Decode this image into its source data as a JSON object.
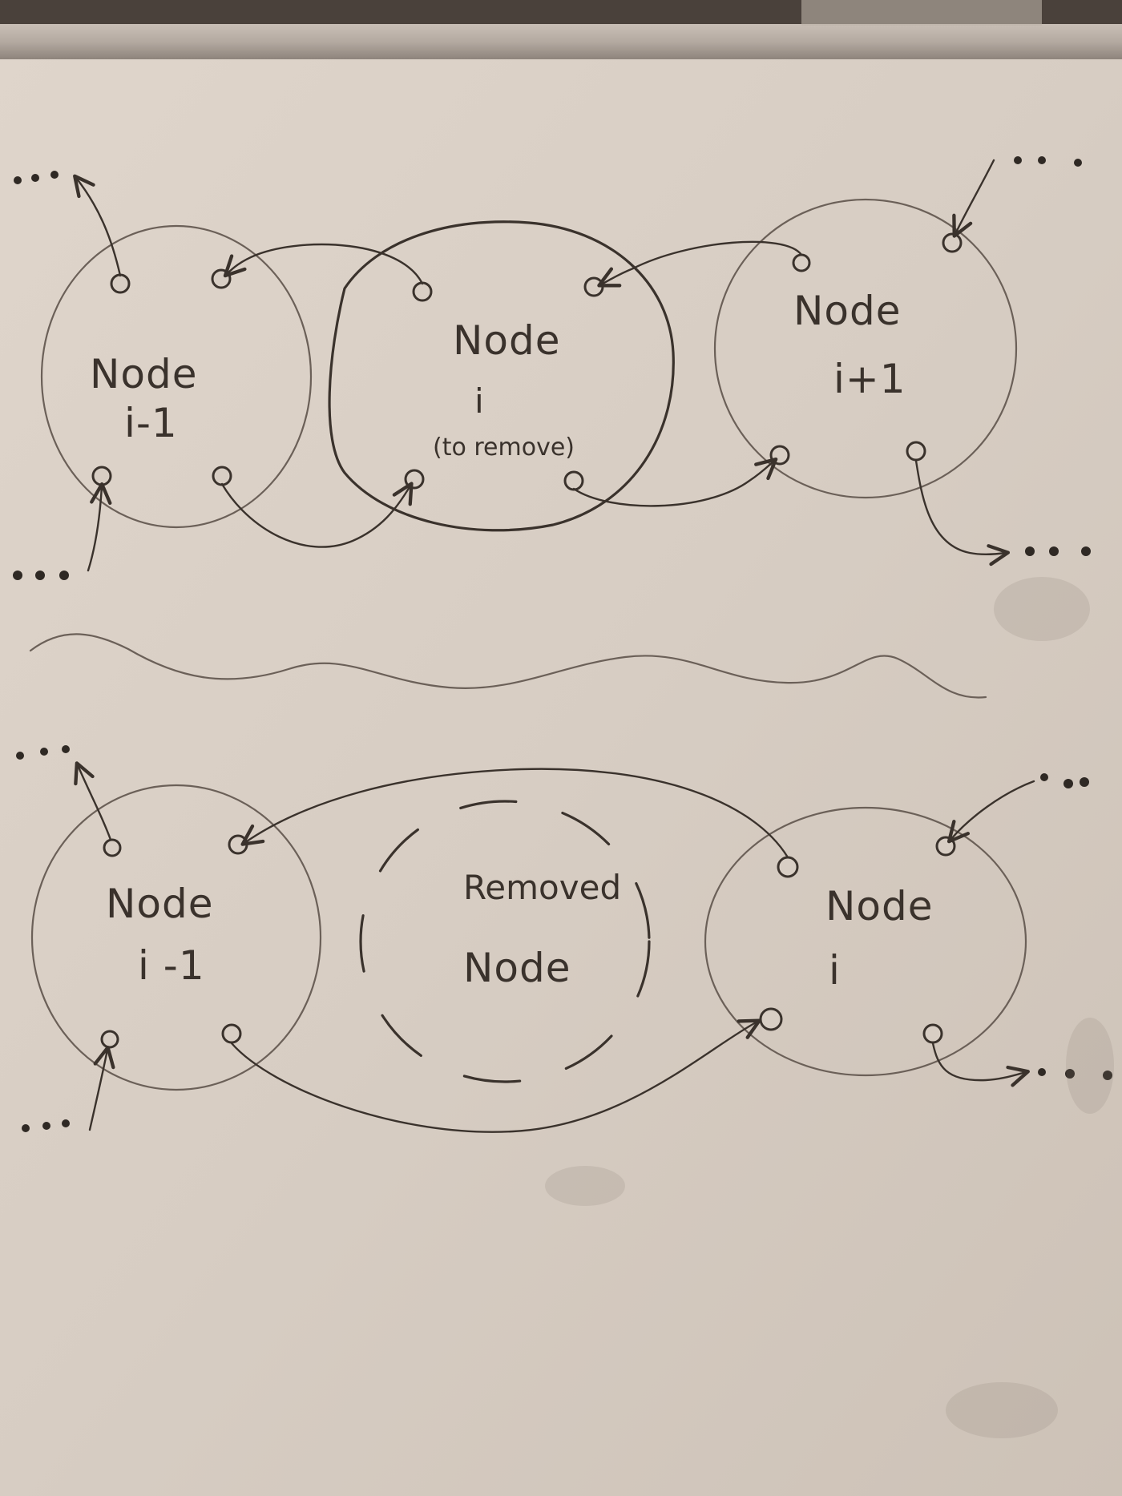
{
  "top_diagram": {
    "left_node": {
      "title": "Node",
      "index": "i-1"
    },
    "middle_node": {
      "title": "Node",
      "index": "i",
      "note": "(to remove)"
    },
    "right_node": {
      "title": "Node",
      "index": "i+1"
    },
    "ellipsis": "..."
  },
  "bottom_diagram": {
    "left_node": {
      "title": "Node",
      "index": "i -1"
    },
    "removed_node": {
      "line1": "Removed",
      "line2": "Node"
    },
    "right_node": {
      "title": "Node",
      "index": "i"
    },
    "ellipsis": "..."
  },
  "colors": {
    "board": "#d8cec4",
    "ink": "#3a322c",
    "frame": "#4a413b"
  }
}
